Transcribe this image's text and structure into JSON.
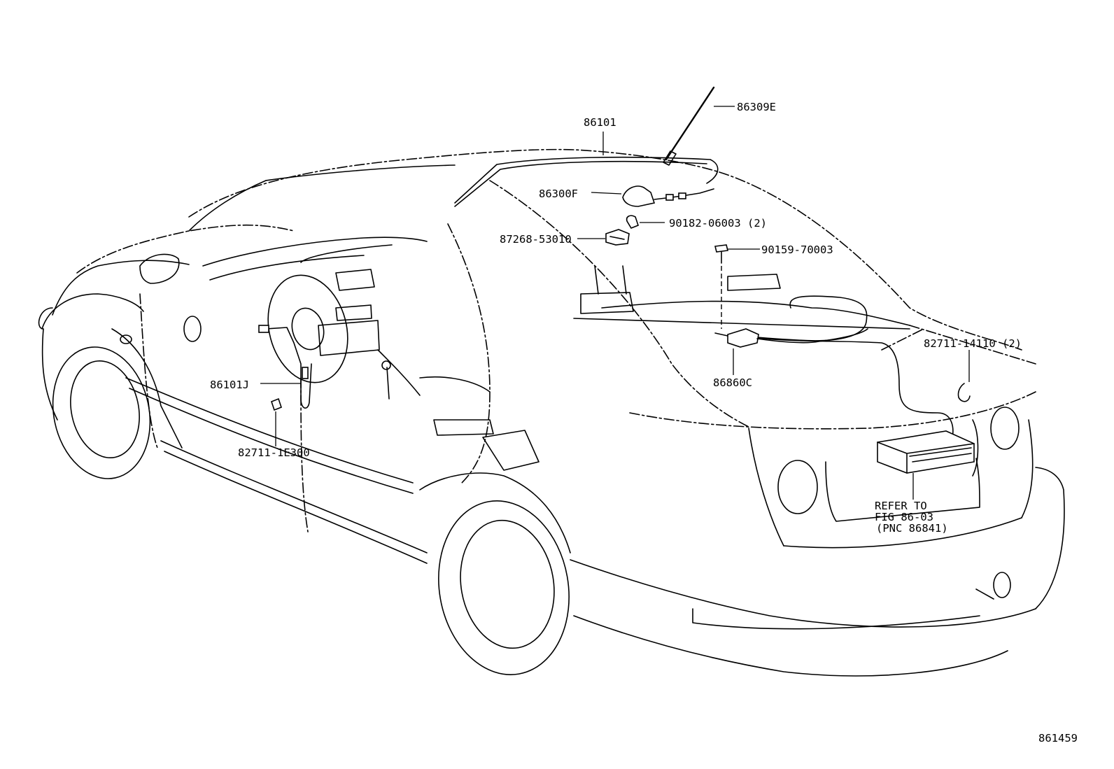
{
  "labels": {
    "p86101": "86101",
    "p86309E": "86309E",
    "p86300F": "86300F",
    "p90182": "90182-06003 (2)",
    "p87268": "87268-53010",
    "p90159": "90159-70003",
    "p82711_14110": "82711-14110 (2)",
    "p86860C": "86860C",
    "p86101J": "86101J",
    "p82711_1E300": "82711-1E300",
    "refer_line1": "REFER TO",
    "refer_line2": "FIG 86-03",
    "refer_line3": "(PNC 86841)",
    "diagram_number": "861459"
  }
}
